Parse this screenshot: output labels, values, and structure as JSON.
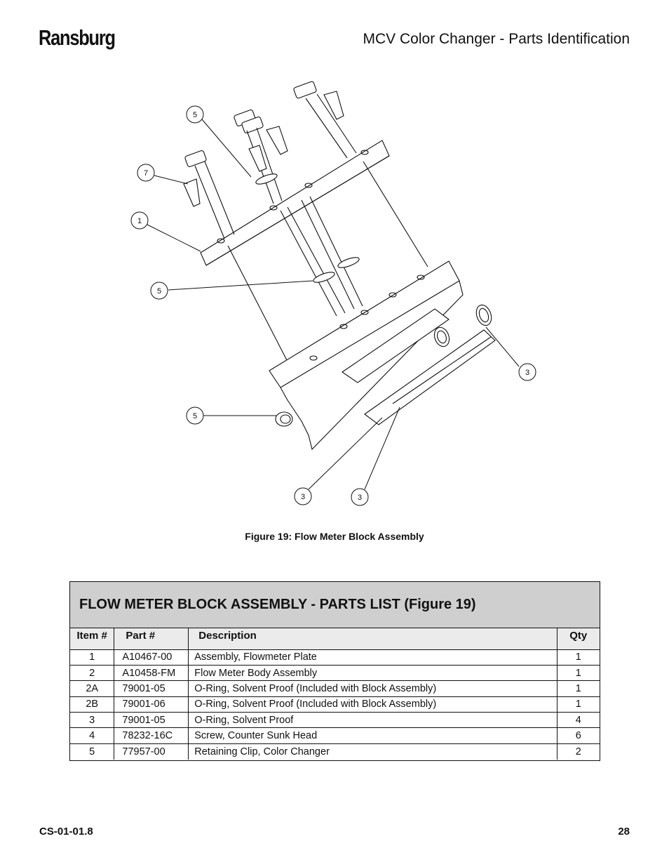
{
  "header": {
    "brand": "Ransburg",
    "title": "MCV Color Changer - Parts Identification"
  },
  "figure": {
    "callouts": [
      "5",
      "7",
      "1",
      "5",
      "3",
      "5",
      "3",
      "3"
    ],
    "caption": "Figure 19:  Flow Meter Block Assembly"
  },
  "parts_list": {
    "title": "FLOW METER BLOCK ASSEMBLY - PARTS LIST  (Figure 19)",
    "columns": [
      "Item #",
      "Part #",
      "Description",
      "Qty"
    ],
    "rows": [
      {
        "item": "1",
        "part": "A10467-00",
        "description": "Assembly, Flowmeter Plate",
        "qty": "1"
      },
      {
        "item": "2",
        "part": "A10458-FM",
        "description": "Flow Meter Body Assembly",
        "qty": "1"
      },
      {
        "item": "2A",
        "part": "79001-05",
        "description": "O-Ring, Solvent Proof (Included with Block Assembly)",
        "qty": "1"
      },
      {
        "item": "2B",
        "part": "79001-06",
        "description": "O-Ring, Solvent Proof (Included with Block Assembly)",
        "qty": "1"
      },
      {
        "item": "3",
        "part": "79001-05",
        "description": "O-Ring, Solvent Proof",
        "qty": "4"
      },
      {
        "item": "4",
        "part": "78232-16C",
        "description": "Screw, Counter Sunk Head",
        "qty": "6"
      },
      {
        "item": "5",
        "part": "77957-00",
        "description": "Retaining Clip, Color Changer",
        "qty": "2"
      }
    ]
  },
  "footer": {
    "doc_number": "CS-01-01.8",
    "page": "28"
  }
}
